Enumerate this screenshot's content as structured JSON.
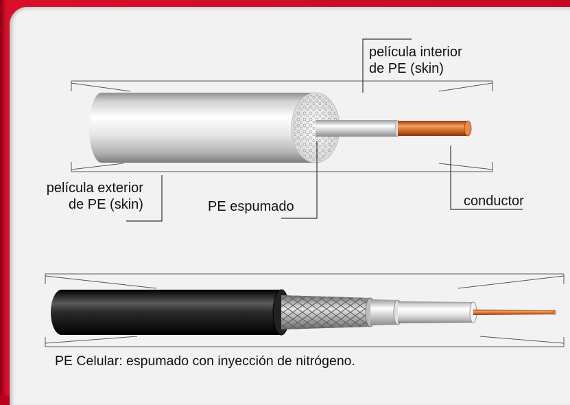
{
  "labels": {
    "inner_skin_line1": "película interior",
    "inner_skin_line2": "de PE (skin)",
    "outer_skin_line1": "película exterior",
    "outer_skin_line2": "de PE (skin)",
    "foamed_pe": "PE espumado",
    "conductor": "conductor"
  },
  "caption": "PE Celular: espumado con inyección de nitrógeno.",
  "colors": {
    "frame": "#c40a22",
    "panel": "#f2f2f2",
    "copper": "#d8702e",
    "jacket": "#151515"
  }
}
